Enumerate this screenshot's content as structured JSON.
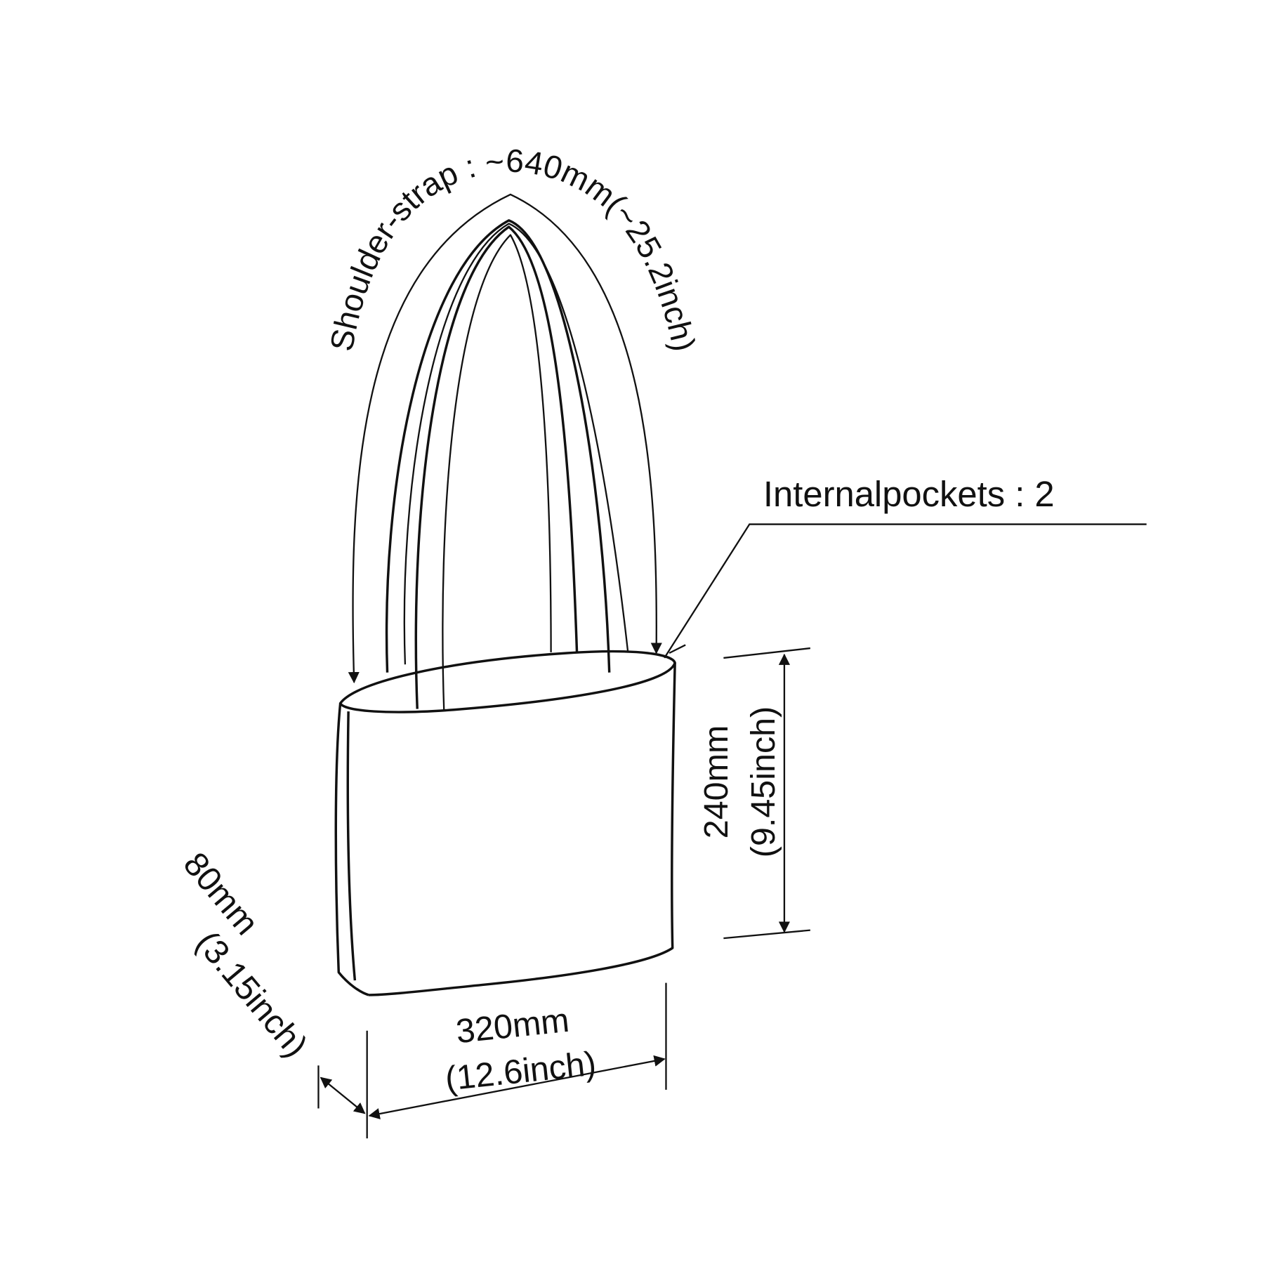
{
  "labels": {
    "shoulder_strap": "Shoulder-strap : ~640mm(~25.2inch)",
    "internal_pockets": "Internalpockets : 2",
    "height_mm": "240mm",
    "height_inch": "(9.45inch)",
    "width_mm": "320mm",
    "width_inch": "(12.6inch)",
    "depth_mm": "80mm",
    "depth_inch": "(3.15inch)"
  }
}
